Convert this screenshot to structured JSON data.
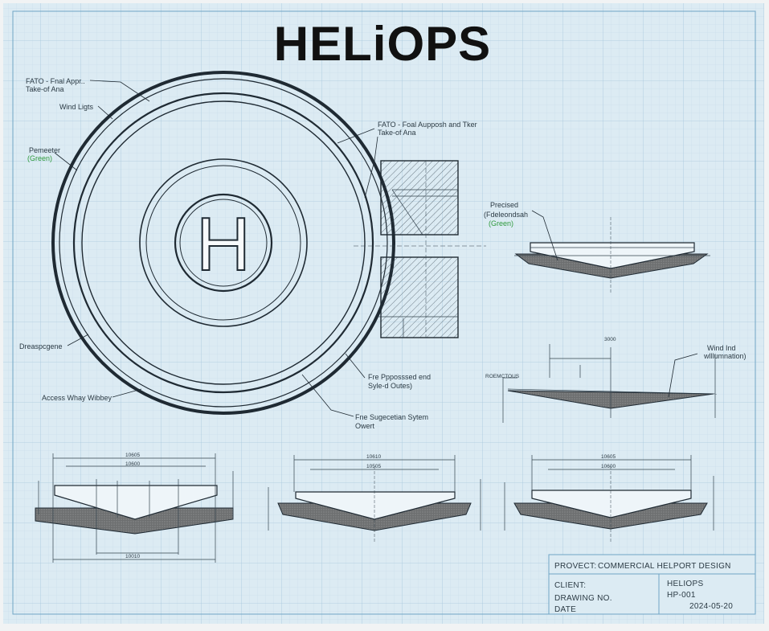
{
  "title": "HELiOPS",
  "pad_letter": "H",
  "callouts": {
    "fato_left": [
      "FATO - Fnal Appr..",
      "Take-of Ana"
    ],
    "wind_lights": "Wind Ligts",
    "perimeter": [
      "Pemeeter",
      "(Green)"
    ],
    "fato_right": [
      "FATO - Foal Aupposh and Tker",
      "Take-of Ana"
    ],
    "drainage": "Dreaspcgene",
    "access": "Access Whay Wibbey",
    "fire_suppression": [
      "Fre Ppposssed end",
      "Syle-d Outes)"
    ],
    "fire_system": [
      "Fne Sugecetian Sytem",
      "Owert"
    ],
    "recessed": [
      "Precised",
      "(Fdeleondsah",
      "(Green)"
    ],
    "wind_indicator": [
      "Wind Ind",
      "wlllumnation)"
    ],
    "section_label": "ROEMCTOUS"
  },
  "dimensions": {
    "d_10605": "10605",
    "d_10610": "10610",
    "d_10600": "10600",
    "d_10010": "10010",
    "d_10505": "10505",
    "d_3000": "3000"
  },
  "title_block": {
    "project_label": "PROVECT:",
    "project_value": "COMMERCIAL HELPORT DESIGN",
    "client_label": "CLIENT:",
    "client_value": "HELIOPS",
    "drawing_label": "DRAWING NO.",
    "drawing_value": "HP-001",
    "date_label": "DATE",
    "date_value": "2024-05-20"
  },
  "colors": {
    "paper": "#dcebf3",
    "grid": "#b9d3e2",
    "line": "#1f2a33",
    "accent_green": "#2f9a3d",
    "border": "#6fa6c6"
  }
}
